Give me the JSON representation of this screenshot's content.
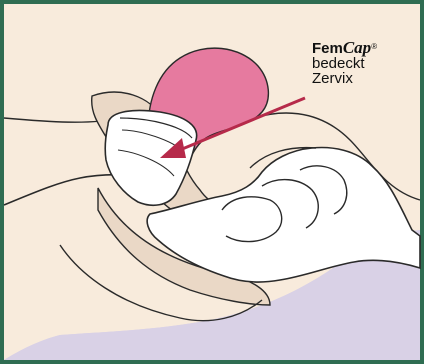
{
  "label": {
    "brand_prefix": "Fem",
    "brand_italic": "Cap",
    "brand_mark": "®",
    "line2": "bedeckt",
    "line3": "Zervix"
  },
  "colors": {
    "background": "#f8ebdc",
    "lower_area": "#d9d1e6",
    "frame": "#2f6d52",
    "outline": "#2a2a2a",
    "uterus": "#e67a9f",
    "cup": "#ffffff",
    "arrow": "#b62a4a",
    "tissue": "#ead8c6"
  }
}
